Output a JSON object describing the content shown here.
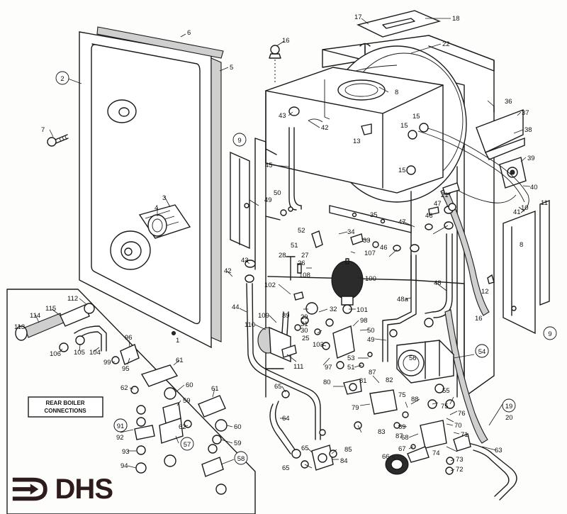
{
  "diagram": {
    "inset_title_line1": "REAR BOILER",
    "inset_title_line2": "CONNECTIONS",
    "labels": [
      {
        "id": "c1",
        "text": "1"
      },
      {
        "id": "c2",
        "text": "2"
      },
      {
        "id": "c3",
        "text": "3"
      },
      {
        "id": "c4",
        "text": "4"
      },
      {
        "id": "c5",
        "text": "5"
      },
      {
        "id": "c6",
        "text": "6"
      },
      {
        "id": "c7",
        "text": "7"
      },
      {
        "id": "c8a",
        "text": "8"
      },
      {
        "id": "c8b",
        "text": "8"
      },
      {
        "id": "c9a",
        "text": "9"
      },
      {
        "id": "c9b",
        "text": "9"
      },
      {
        "id": "c10",
        "text": "10"
      },
      {
        "id": "c11",
        "text": "11"
      },
      {
        "id": "c12",
        "text": "12"
      },
      {
        "id": "c13",
        "text": "13"
      },
      {
        "id": "c15a",
        "text": "15"
      },
      {
        "id": "c15b",
        "text": "15"
      },
      {
        "id": "c15c",
        "text": "15"
      },
      {
        "id": "c16a",
        "text": "16"
      },
      {
        "id": "c16b",
        "text": "16"
      },
      {
        "id": "c17",
        "text": "17"
      },
      {
        "id": "c18",
        "text": "18"
      },
      {
        "id": "c19",
        "text": "19"
      },
      {
        "id": "c20",
        "text": "20"
      },
      {
        "id": "c21",
        "text": "21"
      },
      {
        "id": "c22",
        "text": "22"
      },
      {
        "id": "c25",
        "text": "25"
      },
      {
        "id": "c26",
        "text": "26"
      },
      {
        "id": "c27",
        "text": "27"
      },
      {
        "id": "c28",
        "text": "28"
      },
      {
        "id": "c29",
        "text": "29"
      },
      {
        "id": "c30",
        "text": "30"
      },
      {
        "id": "c31",
        "text": "31"
      },
      {
        "id": "c32",
        "text": "32"
      },
      {
        "id": "c33",
        "text": "33"
      },
      {
        "id": "c34",
        "text": "34"
      },
      {
        "id": "c35",
        "text": "35"
      },
      {
        "id": "c36",
        "text": "36"
      },
      {
        "id": "c37",
        "text": "37"
      },
      {
        "id": "c38",
        "text": "38"
      },
      {
        "id": "c39",
        "text": "39"
      },
      {
        "id": "c40",
        "text": "40"
      },
      {
        "id": "c41",
        "text": "41"
      },
      {
        "id": "c42a",
        "text": "42"
      },
      {
        "id": "c42b",
        "text": "42"
      },
      {
        "id": "c43a",
        "text": "43"
      },
      {
        "id": "c43b",
        "text": "43"
      },
      {
        "id": "c44",
        "text": "44"
      },
      {
        "id": "c45",
        "text": "45"
      },
      {
        "id": "c46",
        "text": "46"
      },
      {
        "id": "c46b",
        "text": "46"
      },
      {
        "id": "c47a",
        "text": "47"
      },
      {
        "id": "c47b",
        "text": "47"
      },
      {
        "id": "c48",
        "text": "48"
      },
      {
        "id": "c48a",
        "text": "48a"
      },
      {
        "id": "c49a",
        "text": "49"
      },
      {
        "id": "c49b",
        "text": "49"
      },
      {
        "id": "c50a",
        "text": "50"
      },
      {
        "id": "c50b",
        "text": "50"
      },
      {
        "id": "c51a",
        "text": "51"
      },
      {
        "id": "c51b",
        "text": "51"
      },
      {
        "id": "c52",
        "text": "52"
      },
      {
        "id": "c53",
        "text": "53"
      },
      {
        "id": "c54",
        "text": "54"
      },
      {
        "id": "c55",
        "text": "55"
      },
      {
        "id": "c56",
        "text": "56"
      },
      {
        "id": "c57",
        "text": "57"
      },
      {
        "id": "c58",
        "text": "58"
      },
      {
        "id": "c59a",
        "text": "59"
      },
      {
        "id": "c59b",
        "text": "59"
      },
      {
        "id": "c60a",
        "text": "60"
      },
      {
        "id": "c60b",
        "text": "60"
      },
      {
        "id": "c61a",
        "text": "61"
      },
      {
        "id": "c61b",
        "text": "61"
      },
      {
        "id": "c62a",
        "text": "62"
      },
      {
        "id": "c62b",
        "text": "62"
      },
      {
        "id": "c63",
        "text": "63"
      },
      {
        "id": "c64",
        "text": "64"
      },
      {
        "id": "c65a",
        "text": "65"
      },
      {
        "id": "c65b",
        "text": "65"
      },
      {
        "id": "c65c",
        "text": "65"
      },
      {
        "id": "c66",
        "text": "66"
      },
      {
        "id": "c67",
        "text": "67"
      },
      {
        "id": "c68",
        "text": "68"
      },
      {
        "id": "c69",
        "text": "69"
      },
      {
        "id": "c70",
        "text": "70"
      },
      {
        "id": "c71",
        "text": "71"
      },
      {
        "id": "c72",
        "text": "72"
      },
      {
        "id": "c73",
        "text": "73"
      },
      {
        "id": "c74",
        "text": "74"
      },
      {
        "id": "c75a",
        "text": "75"
      },
      {
        "id": "c75b",
        "text": "75"
      },
      {
        "id": "c76",
        "text": "76"
      },
      {
        "id": "c79",
        "text": "79"
      },
      {
        "id": "c80",
        "text": "80"
      },
      {
        "id": "c81",
        "text": "81"
      },
      {
        "id": "c82",
        "text": "82"
      },
      {
        "id": "c83",
        "text": "83"
      },
      {
        "id": "c84",
        "text": "84"
      },
      {
        "id": "c85",
        "text": "85"
      },
      {
        "id": "c87a",
        "text": "87"
      },
      {
        "id": "c87b",
        "text": "87"
      },
      {
        "id": "c88",
        "text": "88"
      },
      {
        "id": "c89",
        "text": "89"
      },
      {
        "id": "c91",
        "text": "91"
      },
      {
        "id": "c92",
        "text": "92"
      },
      {
        "id": "c93",
        "text": "93"
      },
      {
        "id": "c94",
        "text": "94"
      },
      {
        "id": "c95",
        "text": "95"
      },
      {
        "id": "c96",
        "text": "96"
      },
      {
        "id": "c97",
        "text": "97"
      },
      {
        "id": "c98",
        "text": "98"
      },
      {
        "id": "c99",
        "text": "99"
      },
      {
        "id": "c100",
        "text": "100"
      },
      {
        "id": "c101",
        "text": "101"
      },
      {
        "id": "c102",
        "text": "102"
      },
      {
        "id": "c103",
        "text": "103"
      },
      {
        "id": "c104",
        "text": "104"
      },
      {
        "id": "c105",
        "text": "105"
      },
      {
        "id": "c106",
        "text": "106"
      },
      {
        "id": "c107",
        "text": "107"
      },
      {
        "id": "c108",
        "text": "108"
      },
      {
        "id": "c109",
        "text": "109"
      },
      {
        "id": "c110",
        "text": "110"
      },
      {
        "id": "c111",
        "text": "111"
      },
      {
        "id": "c112",
        "text": "112"
      },
      {
        "id": "c113",
        "text": "113"
      },
      {
        "id": "c114",
        "text": "114"
      },
      {
        "id": "c115",
        "text": "115"
      }
    ]
  },
  "logo": {
    "text": "DHS",
    "color": "#2e1b1b"
  }
}
